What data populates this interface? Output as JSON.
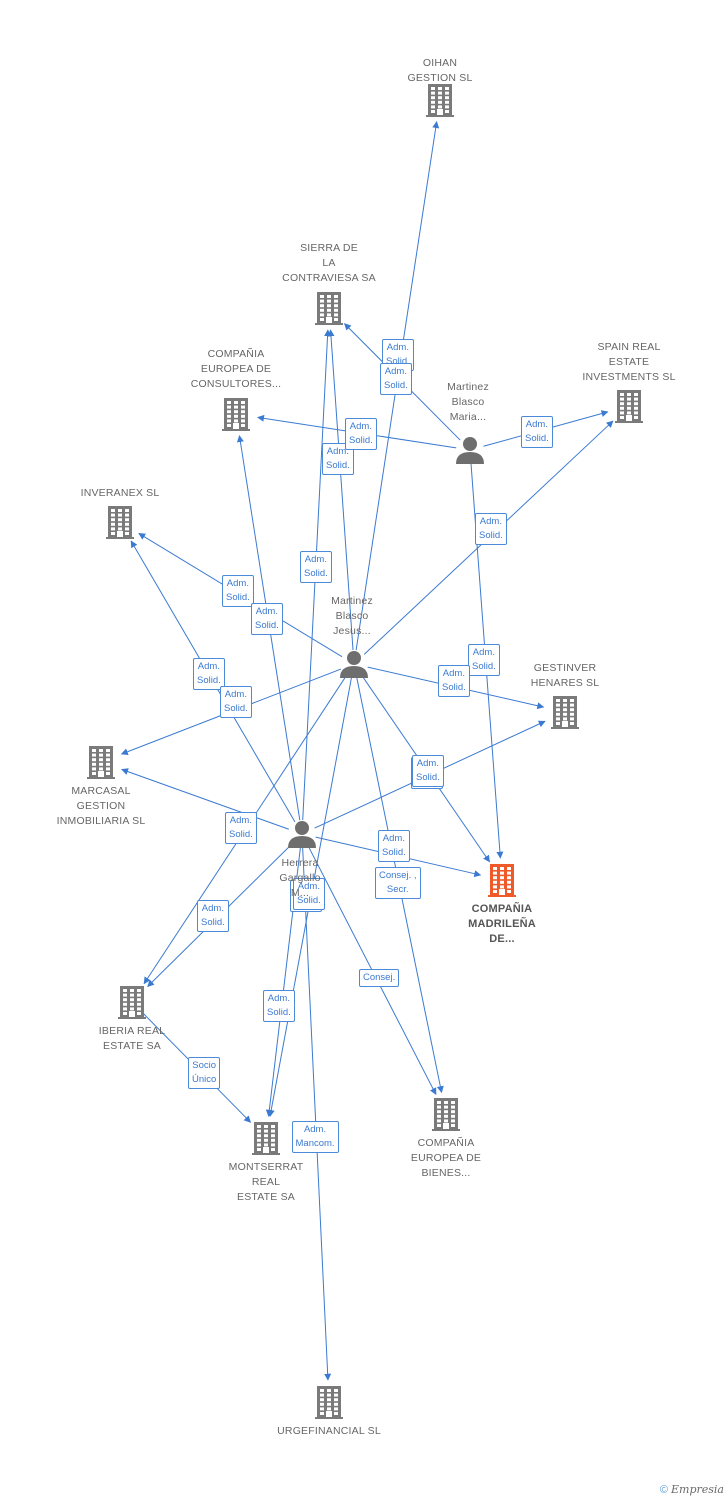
{
  "colors": {
    "edge": "#3b7ad1",
    "building": "#7a7a7a",
    "highlight": "#f05a28",
    "person": "#6e6e6e"
  },
  "nodes": [
    {
      "id": "oihan",
      "type": "company",
      "lines": [
        "OIHAN",
        "GESTION SL"
      ]
    },
    {
      "id": "sierra",
      "type": "company",
      "lines": [
        "SIERRA DE",
        "LA",
        "CONTRAVIESA SA"
      ]
    },
    {
      "id": "compania_consult",
      "type": "company",
      "lines": [
        "COMPAÑIA",
        "EUROPEA DE",
        "CONSULTORES..."
      ]
    },
    {
      "id": "spain_real",
      "type": "company",
      "lines": [
        "SPAIN REAL",
        "ESTATE",
        "INVESTMENTS SL"
      ]
    },
    {
      "id": "inveranex",
      "type": "company",
      "lines": [
        "INVERANEX SL"
      ]
    },
    {
      "id": "gestinver",
      "type": "company",
      "lines": [
        "GESTINVER",
        "HENARES SL"
      ]
    },
    {
      "id": "marcasal",
      "type": "company",
      "lines": [
        "MARCASAL",
        "GESTION",
        "INMOBILIARIA SL"
      ]
    },
    {
      "id": "madrilena",
      "type": "company",
      "highlight": true,
      "lines": [
        "COMPAÑIA",
        "MADRILEÑA",
        "DE..."
      ]
    },
    {
      "id": "iberia",
      "type": "company",
      "lines": [
        "IBERIA REAL",
        "ESTATE SA"
      ]
    },
    {
      "id": "montserrat",
      "type": "company",
      "lines": [
        "MONTSERRAT",
        "REAL",
        "ESTATE SA"
      ]
    },
    {
      "id": "compania_bienes",
      "type": "company",
      "lines": [
        "COMPAÑIA",
        "EUROPEA DE",
        "BIENES..."
      ]
    },
    {
      "id": "urgefinancial",
      "type": "company",
      "lines": [
        "URGEFINANCIAL SL"
      ]
    },
    {
      "id": "maria",
      "type": "person",
      "lines": [
        "Martinez",
        "Blasco",
        "Maria..."
      ]
    },
    {
      "id": "jesus",
      "type": "person",
      "lines": [
        "Martinez",
        "Blasco",
        "Jesus..."
      ]
    },
    {
      "id": "herrera",
      "type": "person",
      "lines": [
        "Herrera",
        "Gargallo",
        "M..."
      ]
    }
  ],
  "edges": [
    {
      "from": "jesus",
      "to": "oihan",
      "label": [
        "Adm.",
        "Solid."
      ]
    },
    {
      "from": "maria",
      "to": "sierra",
      "label": [
        "Adm.",
        "Solid."
      ]
    },
    {
      "from": "jesus",
      "to": "sierra",
      "label": [
        "Adm.",
        "Solid."
      ]
    },
    {
      "from": "herrera",
      "to": "sierra",
      "label": [
        "Adm.",
        "Solid."
      ]
    },
    {
      "from": "maria",
      "to": "compania_consult",
      "label": [
        "Adm.",
        "Solid."
      ]
    },
    {
      "from": "herrera",
      "to": "compania_consult",
      "label": [
        "Adm.",
        "Solid."
      ]
    },
    {
      "from": "maria",
      "to": "spain_real",
      "label": [
        "Adm.",
        "Solid."
      ]
    },
    {
      "from": "jesus",
      "to": "spain_real",
      "label": [
        "Adm.",
        "Solid."
      ]
    },
    {
      "from": "jesus",
      "to": "inveranex",
      "label": [
        "Adm.",
        "Solid."
      ]
    },
    {
      "from": "herrera",
      "to": "inveranex",
      "label": [
        "Adm.",
        "Solid."
      ]
    },
    {
      "from": "jesus",
      "to": "gestinver",
      "label": [
        "Adm.",
        "Solid."
      ]
    },
    {
      "from": "herrera",
      "to": "gestinver",
      "label": [
        "Adm.",
        "Solid."
      ]
    },
    {
      "from": "jesus",
      "to": "marcasal",
      "label": [
        "Adm.",
        "Solid."
      ]
    },
    {
      "from": "herrera",
      "to": "marcasal",
      "label": [
        "Adm.",
        "Solid."
      ]
    },
    {
      "from": "maria",
      "to": "madrilena",
      "label": [
        "Adm.",
        "Solid."
      ]
    },
    {
      "from": "jesus",
      "to": "madrilena",
      "label": [
        "Adm.",
        "Solid."
      ]
    },
    {
      "from": "herrera",
      "to": "madrilena",
      "label": [
        "Adm.",
        "Solid."
      ]
    },
    {
      "from": "jesus",
      "to": "iberia",
      "label": [
        "Adm.",
        "Solid."
      ]
    },
    {
      "from": "herrera",
      "to": "iberia",
      "label": [
        "Adm.",
        "Solid."
      ]
    },
    {
      "from": "iberia",
      "to": "montserrat",
      "label": [
        "Socio",
        "Único"
      ]
    },
    {
      "from": "jesus",
      "to": "montserrat",
      "label": [
        "Adm.",
        "Solid."
      ]
    },
    {
      "from": "herrera",
      "to": "montserrat",
      "label": [
        "Adm.",
        "Solid."
      ]
    },
    {
      "from": "jesus",
      "to": "compania_bienes",
      "label": [
        "Consej. ,",
        "Secr."
      ]
    },
    {
      "from": "herrera",
      "to": "compania_bienes",
      "label": [
        "Consej."
      ]
    },
    {
      "from": "herrera",
      "to": "urgefinancial",
      "label": [
        "Adm.",
        "Mancom."
      ]
    }
  ],
  "footer": {
    "copyright": "©",
    "brand": "Empresia"
  }
}
